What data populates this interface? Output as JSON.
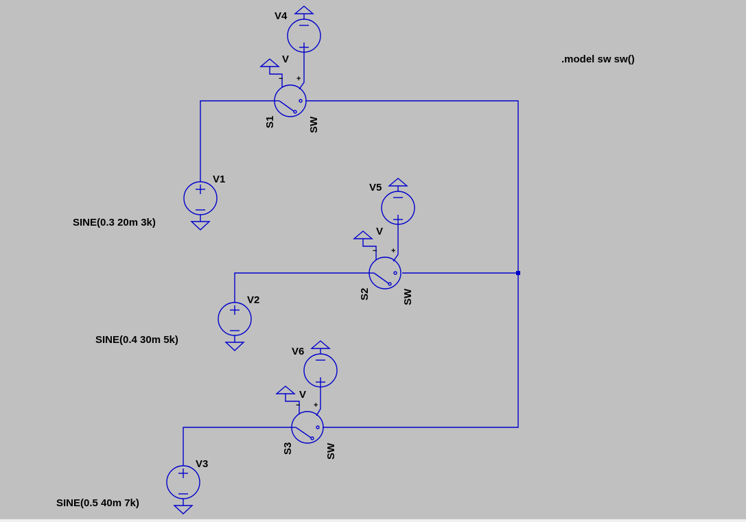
{
  "directive": ".model sw sw()",
  "voltage_sources": [
    {
      "ref": "V1",
      "value": "SINE(0.3 20m 3k)"
    },
    {
      "ref": "V2",
      "value": "SINE(0.4 30m 5k)"
    },
    {
      "ref": "V3",
      "value": "SINE(0.5 40m 7k)"
    },
    {
      "ref": "V4",
      "value": ""
    },
    {
      "ref": "V5",
      "value": ""
    },
    {
      "ref": "V6",
      "value": ""
    }
  ],
  "switches": [
    {
      "ref": "S1",
      "model": "SW"
    },
    {
      "ref": "S2",
      "model": "SW"
    },
    {
      "ref": "S3",
      "model": "SW"
    }
  ],
  "net_labels": {
    "ctrl": "V"
  },
  "pin_marks": {
    "minus": "−",
    "plus": "+"
  },
  "colors": {
    "background": "#c0c0c0",
    "wire": "#0000cc",
    "text": "#000000"
  }
}
